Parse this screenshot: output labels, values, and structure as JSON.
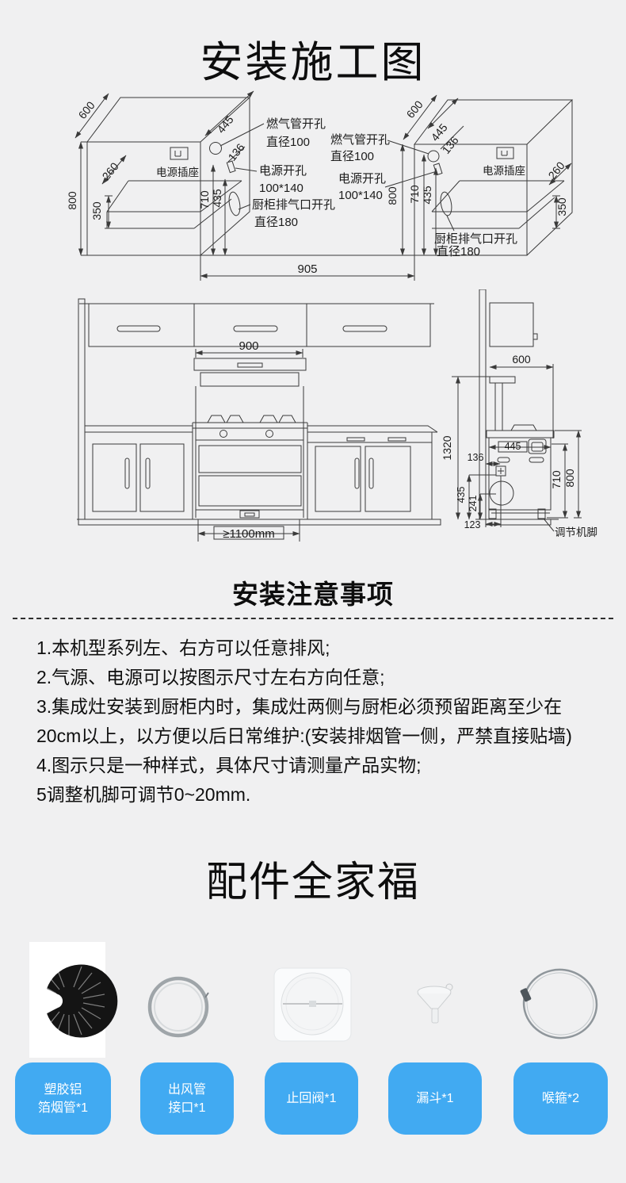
{
  "colors": {
    "accent_blue": "#41aaf2",
    "line": "#3a3a3a",
    "background": "#f0f0f1"
  },
  "header": {
    "title": "安装施工图"
  },
  "cutout": {
    "dims": {
      "d600": "600",
      "d445": "445",
      "d136": "136",
      "d260": "260",
      "d350": "350",
      "d800": "800",
      "d710": "710",
      "d435": "435",
      "d905": "905"
    },
    "ann": {
      "socket": "电源插座",
      "gas1": "燃气管开孔",
      "gas2": "直径100",
      "power1": "电源开孔",
      "power2": "100*140",
      "vent1": "厨柜排气口开孔",
      "vent2": "直径180"
    }
  },
  "install": {
    "d900": "900",
    "dmin": "≥1100mm",
    "d1320": "1320",
    "d600": "600",
    "d445": "445",
    "d136": "136",
    "d710": "710",
    "d800": "800",
    "d435": "435",
    "d241": "241",
    "d123": "123",
    "foot": "调节机脚"
  },
  "notes": {
    "title": "安装注意事项",
    "items": [
      "1.本机型系列左、右方可以任意排风;",
      "2.气源、电源可以按图示尺寸左右方向任意;",
      "3.集成灶安装到厨柜内时，集成灶两侧与厨柜必须预留距离至少在20cm以上，以方便以后日常维护:(安装排烟管一侧，严禁直接贴墙)",
      "4.图示只是一种样式，具体尺寸请测量产品实物;",
      "5调整机脚可调节0~20mm."
    ]
  },
  "accessories": {
    "title": "配件全家福",
    "items": [
      {
        "icon": "flexible-duct",
        "label": "塑胶铝\n箔烟管*1"
      },
      {
        "icon": "duct-connector-ring",
        "label": "出风管\n接口*1"
      },
      {
        "icon": "check-valve",
        "label": "止回阀*1"
      },
      {
        "icon": "funnel",
        "label": "漏斗*1"
      },
      {
        "icon": "hose-clamp",
        "label": "喉箍*2"
      }
    ]
  }
}
